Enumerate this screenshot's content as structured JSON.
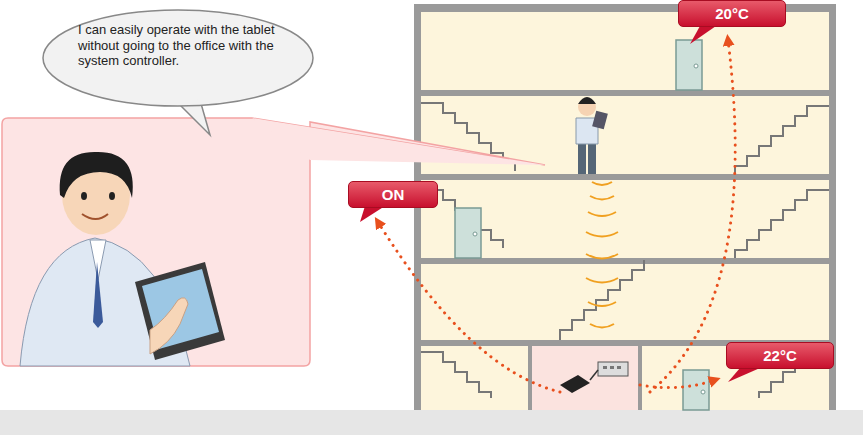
{
  "diagram": {
    "nodes": [
      {
        "text": [
          "I can easily operate with the tablet without going to the office with the system controller."
        ]
      },
      {
        "text": [
          "20°C"
        ]
      },
      {
        "text": [
          "ON"
        ]
      },
      {
        "text": [
          "22°C"
        ]
      }
    ]
  }
}
